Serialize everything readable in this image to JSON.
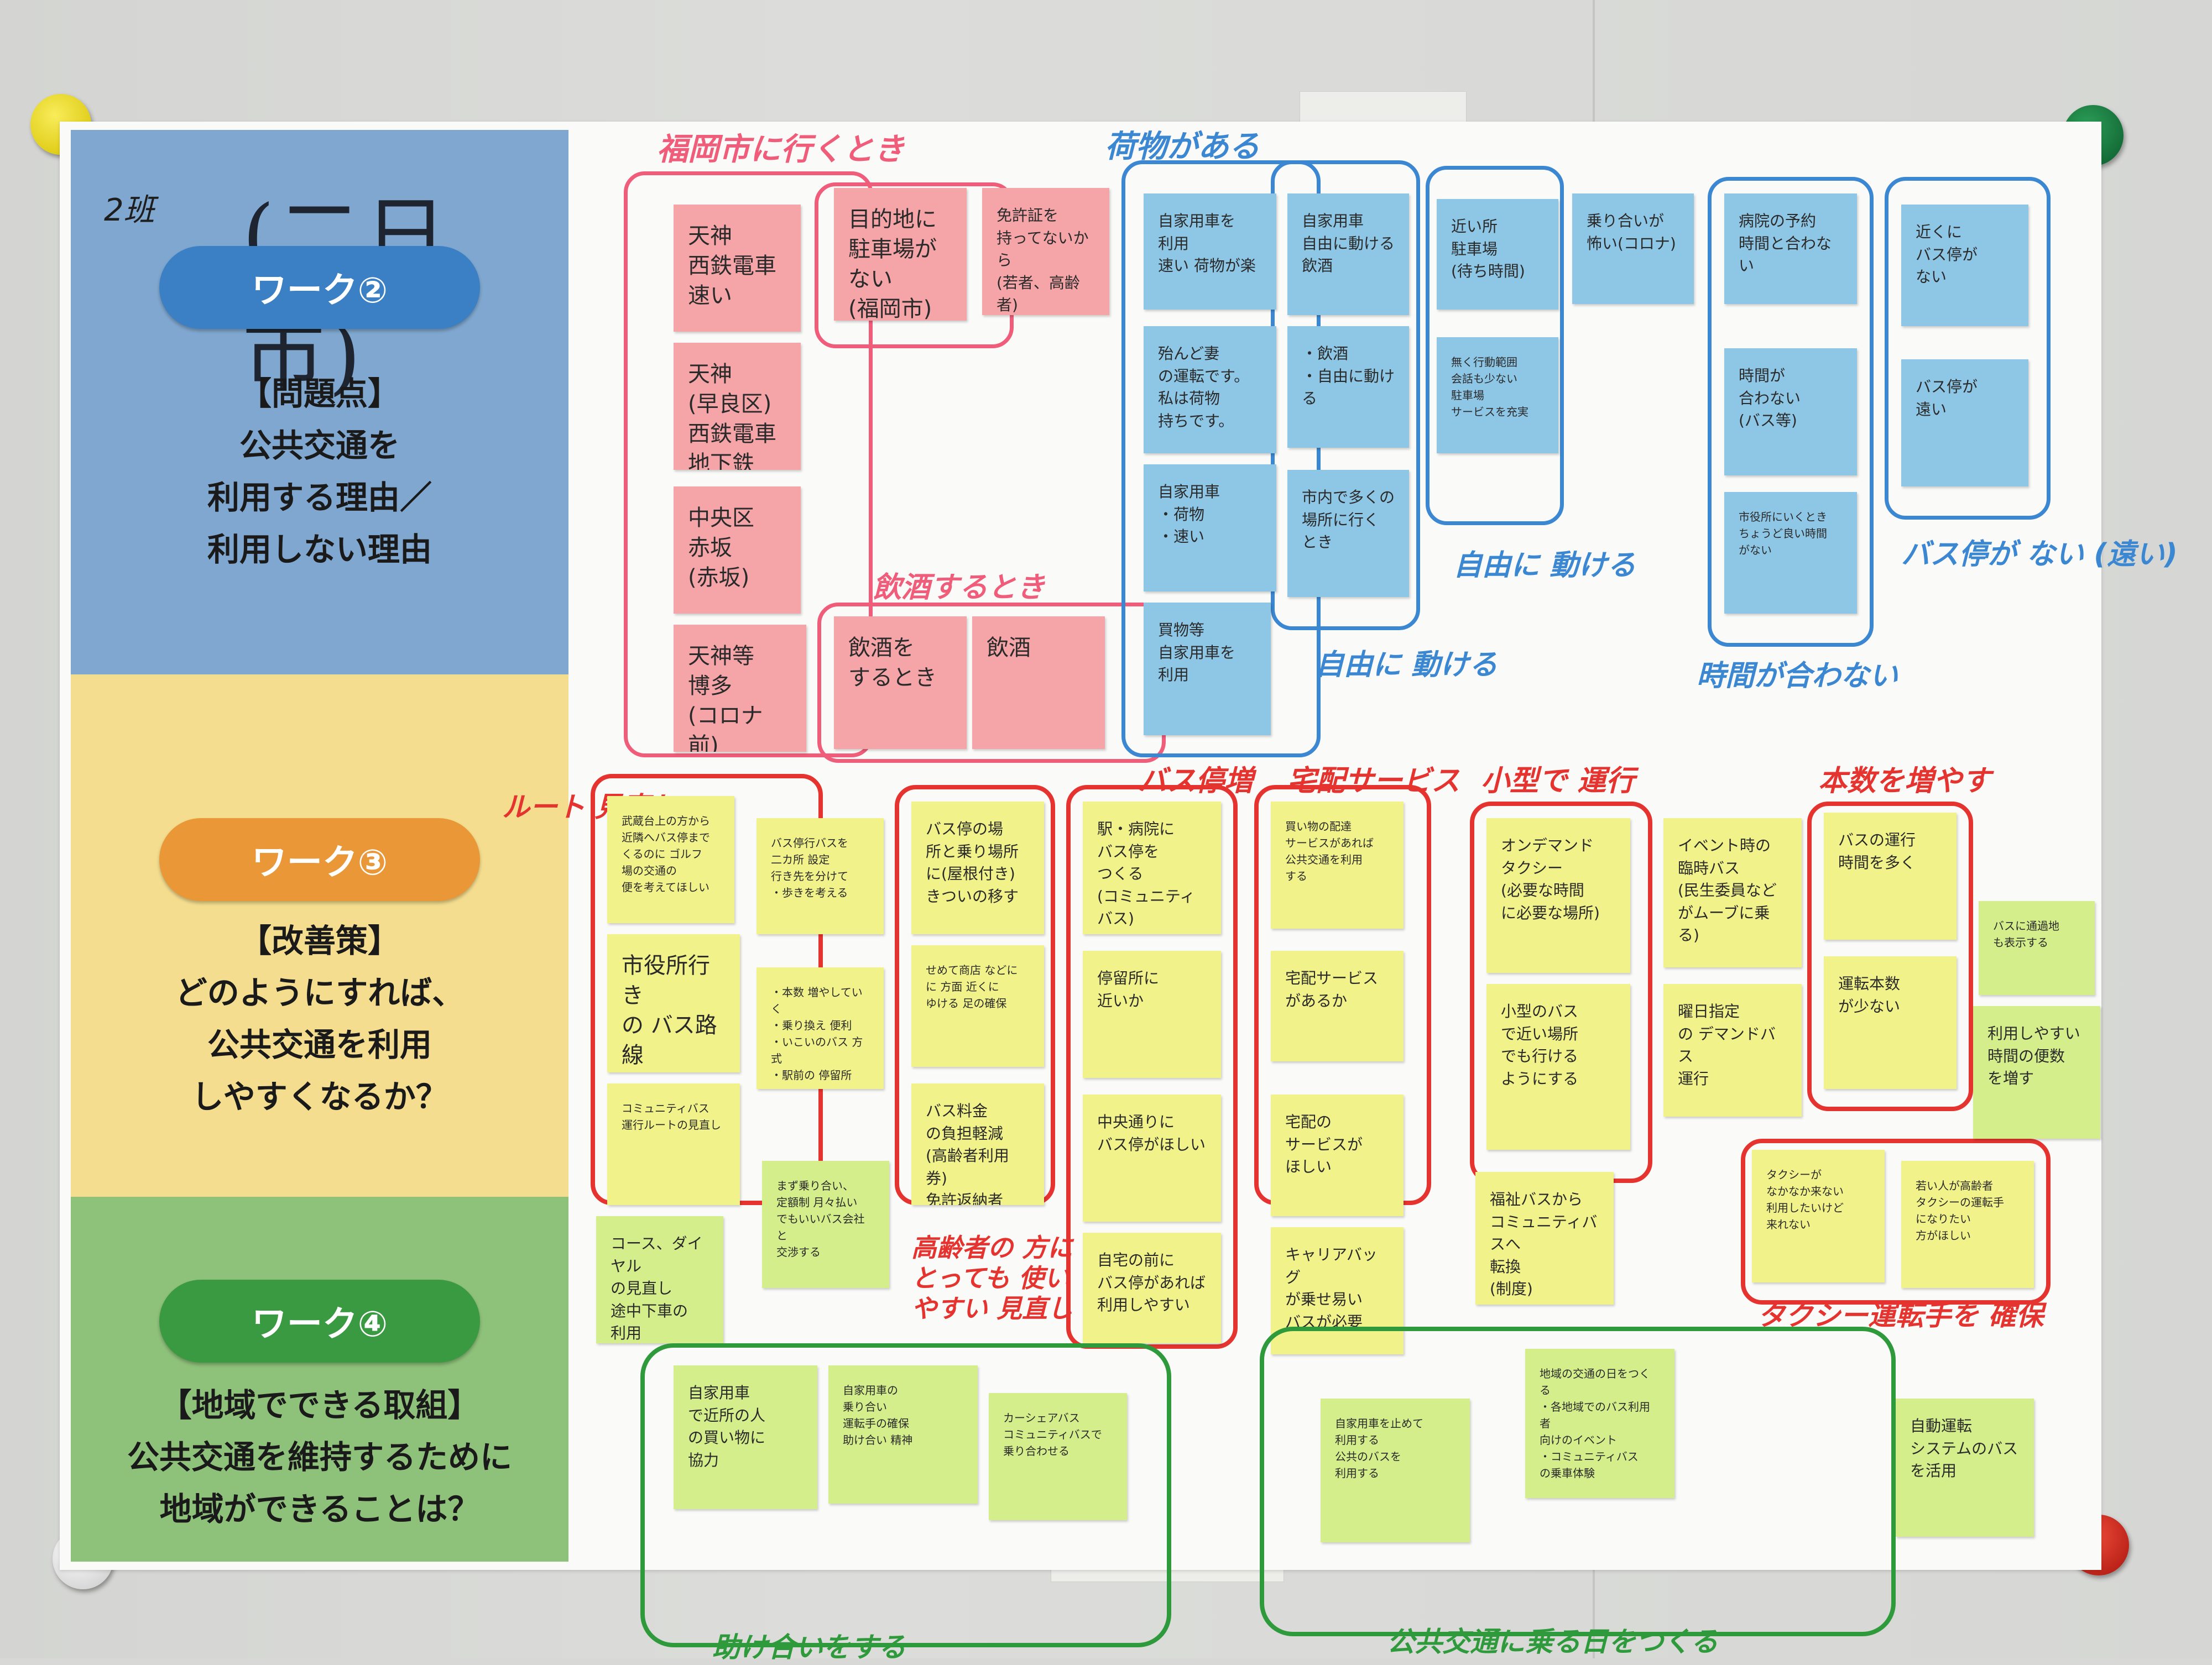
{
  "sidebar": {
    "group": "2班",
    "city": "(二日市)",
    "work2": {
      "title": "ワーク②",
      "lines": [
        "【問題点】",
        "公共交通を",
        "利用する理由／",
        "利用しない理由"
      ]
    },
    "work3": {
      "title": "ワーク③",
      "lines": [
        "【改善策】",
        "どのようにすれば、",
        "公共交通を利用",
        "しやすくなるか？"
      ]
    },
    "work4": {
      "title": "ワーク④",
      "lines": [
        "【地域でできる取組】",
        "公共交通を維持するために",
        "地域ができることは？"
      ]
    }
  },
  "labels": {
    "fukuoka": "福岡市に行くとき",
    "inshu": "飲酒するとき",
    "nimotsu": "荷物がある",
    "jiyu_left": "自由に 動ける",
    "jiyu_mid": "自由に 動ける",
    "jikan": "時間が合わない",
    "basutei": "バス停が ない (遠い)",
    "route": "ルート 見直し",
    "basutei2": "バス停増",
    "takuhai": "宅配サービス",
    "kogata": "小型で 運行",
    "honsu": "本数を増やす",
    "koreisha": "高齢者の 方にとっても 使いやすい 見直し",
    "taxi_driver": "タクシー運転手を 確保",
    "tasukeai": "助け合いをする",
    "norubi": "公共交通に乗る日をつくる"
  },
  "notes": {
    "p1": "天神\n西鉄電車\n速い",
    "p2": "天神\n(早良区)\n西鉄電車\n地下鉄",
    "p3": "中央区\n赤坂\n(赤坂)",
    "p4": "天神等\n博多\n(コロナ前)\nJR・西鉄利用",
    "p5": "目的地に\n駐車場が\nない\n(福岡市)",
    "p6": "免許証を\n持ってないから\n(若者、高齢者)",
    "p7": "飲酒を\nするとき",
    "p8": "飲酒",
    "b1": "自家用車を\n利用\n速い 荷物が楽",
    "b2": "殆んど妻\nの運転です。\n私は荷物\n持ちです。",
    "b3": "自家用車\n・荷物\n・速い",
    "b4": "買物等\n自家用車を\n利用",
    "b5": "自家用車\n自由に動ける\n飲酒",
    "b6": "・飲酒\n・自由に動ける",
    "b7": "市内で多くの\n場所に行く\nとき",
    "b8": "近い所\n駐車場\n(待ち時間)",
    "b9": "無く行動範囲\n会話も少ない\n駐車場\nサービスを充実",
    "b10": "乗り合いが\n怖い(コロナ)",
    "b11": "病院の予約\n時間と合わない",
    "b12": "時間が\n合わない\n(バス等)",
    "b13": "市役所にいくとき\nちょうど良い時間\nがない",
    "b14": "近くに\nバス停が\nない",
    "b15": "バス停が\n遠い",
    "y1": "武蔵台上の方から\n近隣へバス停まで\nくるのに ゴルフ\n場の交通の\n便を考えてほしい",
    "y2": "市役所行き\nの バス路線\nの確保",
    "y3": "コミュニティバス\n運行ルートの見直し",
    "y4": "コース、ダイヤル\nの見直し\n途中下車の\n利用",
    "y5": "バス停行バスを\n二カ所 設定\n行き先を分けて\n・歩きを考える",
    "y6": "・本数 増やしていく\n・乗り換え 便利\n・いこいのバス 方式\n・駅前の 停留所",
    "y7": "まず乗り合い、\n定額制 月々払い\nでもいいバス会社と\n交渉する",
    "y8": "バス停の場\n所と乗り場所\nに(屋根付き)\nきついの移す",
    "y9": "せめて商店 などに\nに 方面 近くに\nゆける 足の確保",
    "y10": "バス料金\nの負担軽減\n(高齢者利用券)\n免許返納者",
    "y11": "駅・病院に\nバス停を\nつくる\n(コミュニティバス)",
    "y12": "停留所に\n近いか",
    "y13": "中央通りに\nバス停がほしい",
    "y14": "自宅の前に\nバス停があれば\n利用しやすい",
    "y15": "買い物の配達\nサービスがあれば\n公共交通を利用\nする",
    "y16": "宅配サービス\nがあるか",
    "y17": "宅配の\nサービスが\nほしい",
    "y18": "キャリアバッグ\nが乗せ易い\nバスが必要",
    "y19": "オンデマンド\nタクシー\n(必要な時間\nに必要な場所)",
    "y20": "小型のバス\nで近い場所\nでも行ける\nようにする",
    "y21": "福祉バスから\nコミュニティバスへ\n転換\n(制度)",
    "y22": "イベント時の\n臨時バス\n(民生委員など\nがムーブに乗る)",
    "y23": "曜日指定\nの デマンドバス\n運行",
    "y24": "バスの運行\n時間を多く",
    "y25": "運転本数\nが少ない",
    "y26": "タクシーが\nなかなか来ない\n利用したいけど\n来れない",
    "y27": "若い人が高齢者\nタクシーの運転手\nになりたい\n方がほしい",
    "l1": "バスに通過地\nも表示する",
    "l2": "利用しやすい\n時間の便数\nを増す",
    "g1": "自家用車\nで近所の人\nの買い物に\n協力",
    "g2": "自家用車の\n乗り合い\n運転手の確保\n助け合い 精神",
    "g3": "カーシェアバス\nコミュニティバスで\n乗り合わせる",
    "g4": "自家用車を止めて\n利用する\n公共のバスを\n利用する",
    "g5": "地域の交通の日をつくる\n・各地域でのバス利用者\n向けのイベント\n・コミュニティバス\nの乗車体験",
    "g6": "自動運転\nシステムのバス\nを活用"
  },
  "colors": {
    "ring_pink": "#ef5d7a",
    "ring_blue": "#3b87d2",
    "ring_red": "#e5342f",
    "ring_green": "#2f9a3c",
    "note_pink": "#f5a5a8",
    "note_blue": "#8ec6e5",
    "note_yellow": "#f2f28a",
    "note_lime": "#d5ee8c"
  }
}
